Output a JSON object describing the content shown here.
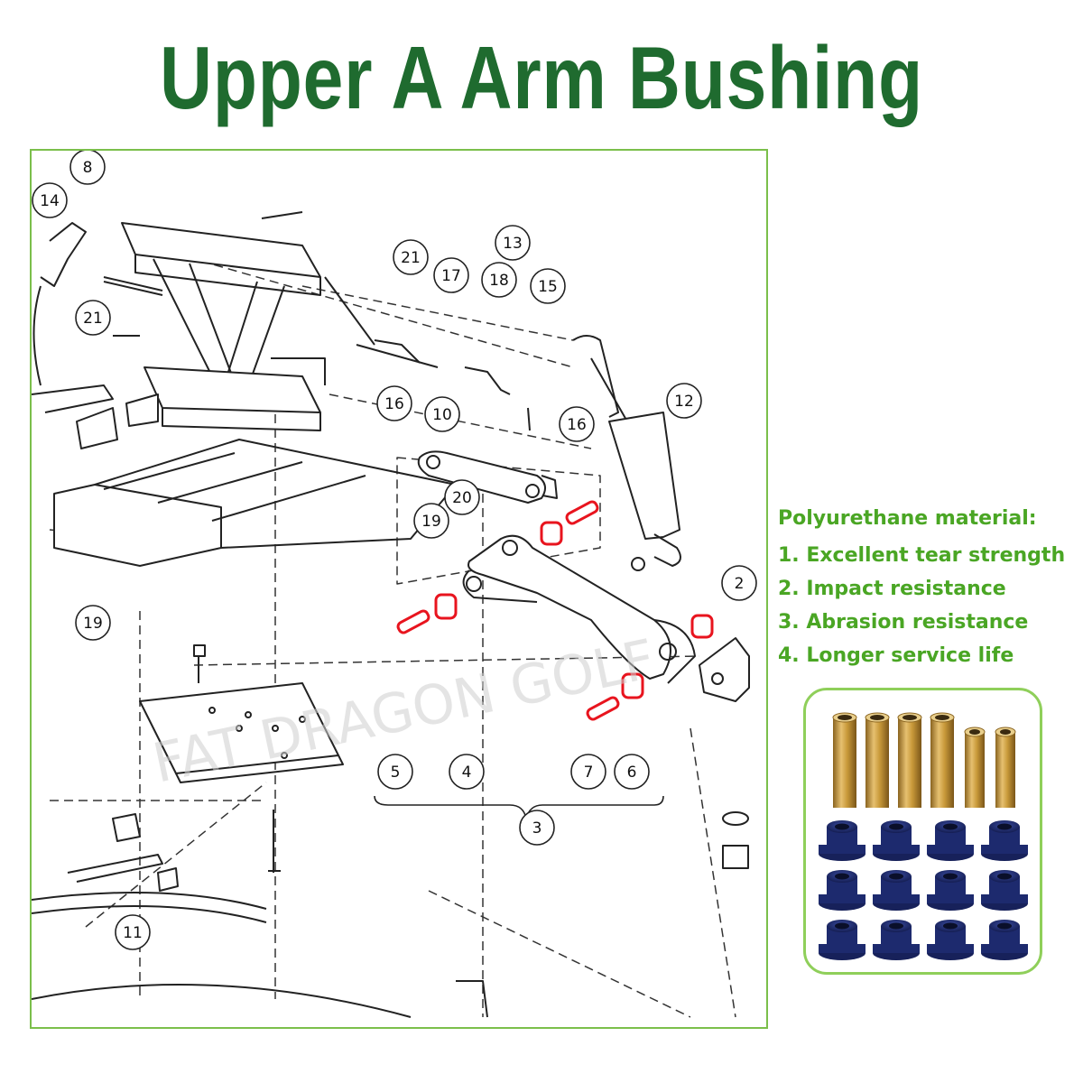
{
  "title": "Upper A Arm Bushing",
  "features": {
    "heading": "Polyurethane material:",
    "items": [
      "1. Excellent tear strength",
      "2. Impact resistance",
      "3. Abrasion resistance",
      "4. Longer service life"
    ]
  },
  "watermark": "FAT DRAGON GOLF",
  "callouts": [
    "8",
    "14",
    "21",
    "21",
    "13",
    "17",
    "18",
    "15",
    "16",
    "16",
    "10",
    "12",
    "20",
    "19",
    "19",
    "2",
    "5",
    "4",
    "7",
    "6",
    "3",
    "11"
  ],
  "colors": {
    "title": "#1f6b2f",
    "feature_text": "#4aa624",
    "frame_border": "#7bbf4b",
    "bushing_highlight": "#e8141e",
    "brass_sleeve": "#c99a3a",
    "blue_bushing": "#1d2a6e"
  }
}
